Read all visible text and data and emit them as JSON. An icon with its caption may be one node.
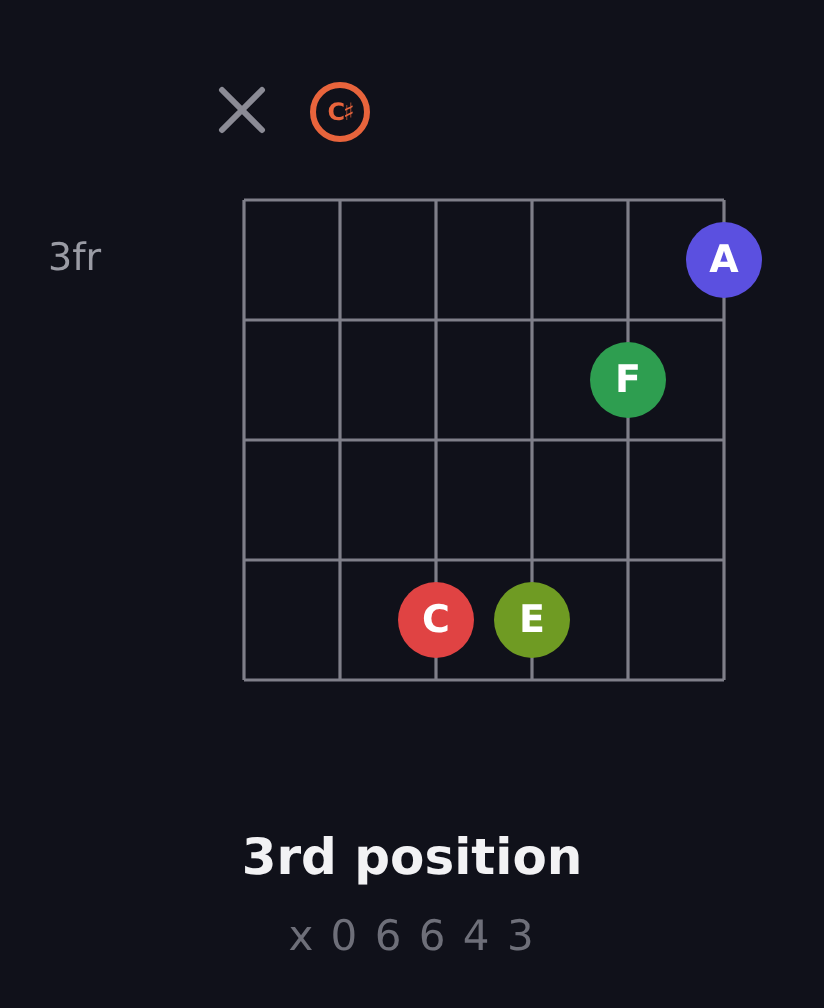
{
  "diagram": {
    "title": "3rd position",
    "caption": "x 0 6 6 4 3",
    "nodes": [
      {
        "text": [],
        "shape": "cross"
      },
      {
        "text": [
          "C♯"
        ]
      },
      {
        "text": [
          "A"
        ]
      },
      {
        "text": [
          "F"
        ]
      },
      {
        "text": [
          "C"
        ]
      },
      {
        "text": [
          "E"
        ]
      }
    ],
    "labels": [
      "3fr"
    ]
  }
}
